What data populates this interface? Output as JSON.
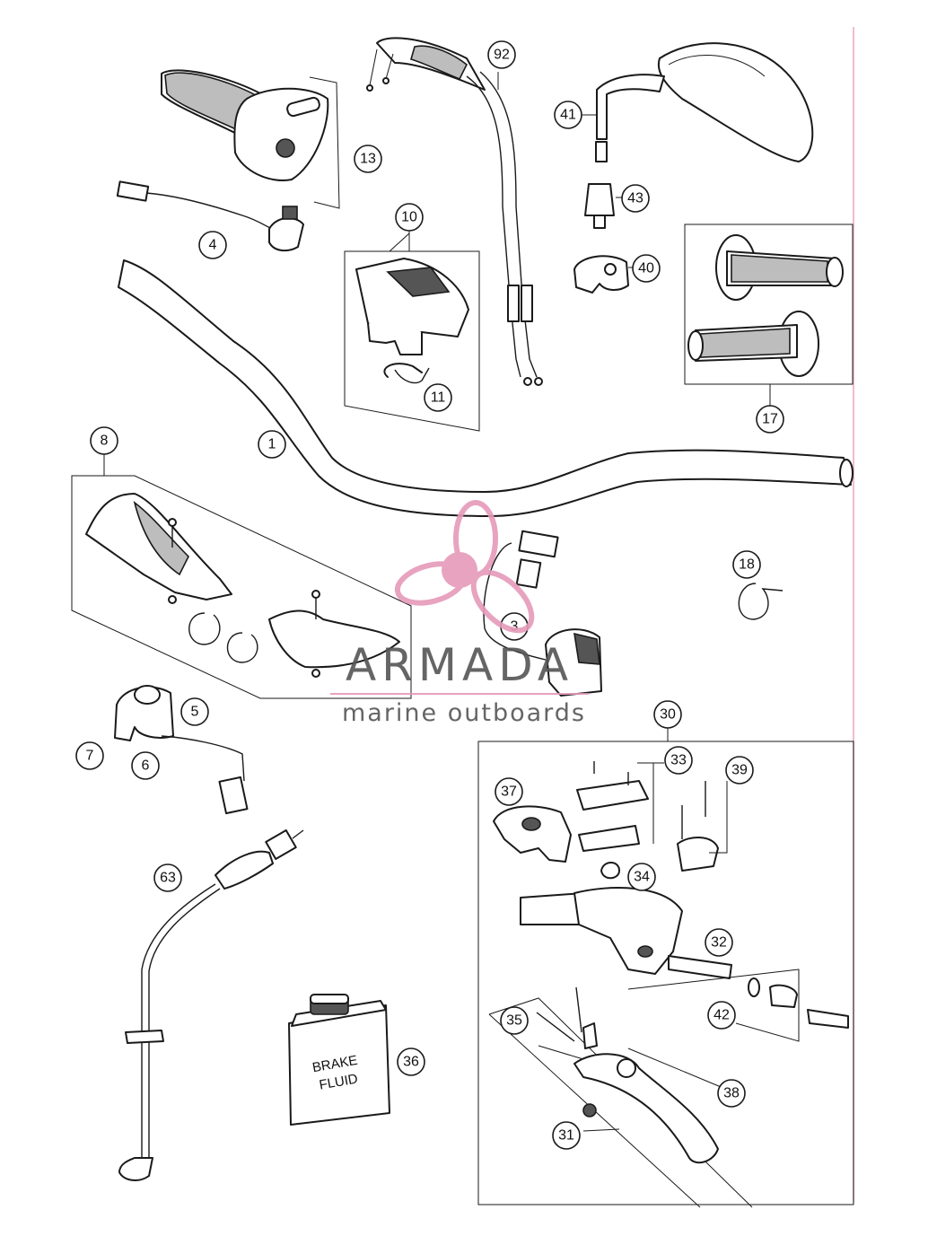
{
  "callouts": [
    {
      "id": "c1",
      "number": "1"
    },
    {
      "id": "c3",
      "number": "3"
    },
    {
      "id": "c4",
      "number": "4"
    },
    {
      "id": "c5",
      "number": "5"
    },
    {
      "id": "c6",
      "number": "6"
    },
    {
      "id": "c7",
      "number": "7"
    },
    {
      "id": "c8",
      "number": "8"
    },
    {
      "id": "c10",
      "number": "10"
    },
    {
      "id": "c11",
      "number": "11"
    },
    {
      "id": "c13",
      "number": "13"
    },
    {
      "id": "c17",
      "number": "17"
    },
    {
      "id": "c18",
      "number": "18"
    },
    {
      "id": "c30",
      "number": "30"
    },
    {
      "id": "c31",
      "number": "31"
    },
    {
      "id": "c32",
      "number": "32"
    },
    {
      "id": "c33",
      "number": "33"
    },
    {
      "id": "c34",
      "number": "34"
    },
    {
      "id": "c35",
      "number": "35"
    },
    {
      "id": "c36",
      "number": "36"
    },
    {
      "id": "c37",
      "number": "37"
    },
    {
      "id": "c38",
      "number": "38"
    },
    {
      "id": "c39",
      "number": "39"
    },
    {
      "id": "c40",
      "number": "40"
    },
    {
      "id": "c41",
      "number": "41"
    },
    {
      "id": "c42",
      "number": "42"
    },
    {
      "id": "c43",
      "number": "43"
    },
    {
      "id": "c63",
      "number": "63"
    },
    {
      "id": "c92",
      "number": "92"
    }
  ],
  "bottle_label": {
    "line1": "BRAKE",
    "line2": "FLUID"
  },
  "watermark": {
    "brand": "ARMADA",
    "tagline": "marine outboards",
    "brand_color": "#e59ab9",
    "text_color": "#555555"
  },
  "colors": {
    "line": "#1a1a1a",
    "page_edge": "#e7a7c2"
  }
}
